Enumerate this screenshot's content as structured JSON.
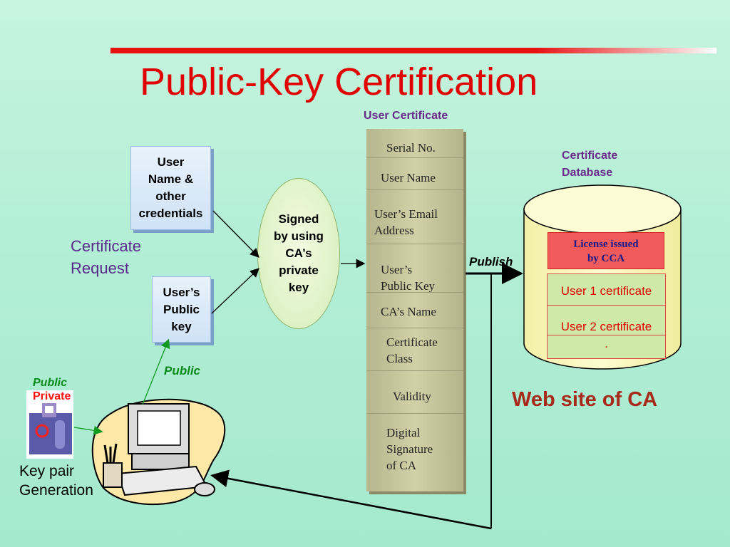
{
  "slide": {
    "title": "Public-Key Certification",
    "user_certificate_label": "User Certificate",
    "certificate_database_label": [
      "Certificate",
      "Database"
    ],
    "certificate_request": [
      "Certificate",
      "Request"
    ],
    "credentials_box": [
      "User",
      "Name &",
      "other",
      "credentials"
    ],
    "public_key_box": [
      "User’s",
      "Public",
      "key"
    ],
    "signing_ellipse": [
      "Signed",
      "by using",
      "CA’s",
      "private",
      "key"
    ],
    "cert_fields": [
      [
        "Serial No."
      ],
      [
        "User Name"
      ],
      [
        "User’s Email",
        "Address"
      ],
      [
        "User’s",
        "Public Key"
      ],
      [
        "CA’s Name"
      ],
      [
        "Certificate",
        "Class"
      ],
      [
        "Validity"
      ],
      [
        "Digital",
        "Signature",
        "of CA"
      ]
    ],
    "publish_label": "Publish",
    "license_box": [
      "License issued",
      "by CCA"
    ],
    "db_entries": [
      "User 1 certificate",
      "User 2 certificate",
      "."
    ],
    "website_label": "Web site of CA",
    "public_label": "Public",
    "public_small": "Public",
    "private_small": "Private",
    "key_pair_label": [
      "Key pair",
      "Generation"
    ]
  },
  "colors": {
    "title": "#e00000",
    "accent_purple": "#6a2a8a",
    "green_label": "#0a8a1a",
    "website": "#a82a1a"
  }
}
